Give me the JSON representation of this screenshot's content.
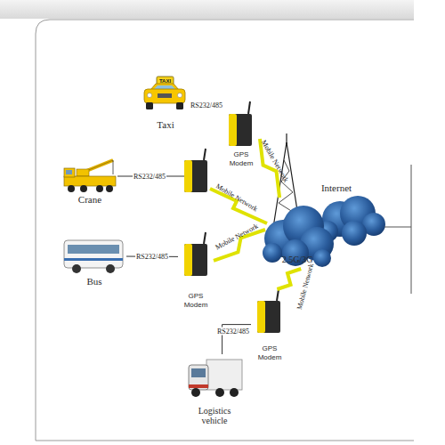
{
  "diagram": {
    "nodes": [
      {
        "text": [
          "Taxi"
        ]
      },
      {
        "text": [
          "GPS Modem"
        ]
      },
      {
        "text": [
          "Crane"
        ]
      },
      {
        "text": [
          "Internet",
          "2.5G/3G"
        ]
      },
      {
        "text": [
          "Bus"
        ]
      },
      {
        "text": [
          "GPS Modem"
        ]
      },
      {
        "text": [
          "GPS Modem"
        ]
      },
      {
        "text": [
          "Logistics vehicle"
        ]
      }
    ],
    "edges": [
      {
        "from": 0,
        "to": 1,
        "arrow": "none",
        "label": "RS232/485"
      },
      {
        "from": 1,
        "to": 3,
        "arrow": "none",
        "label": "Mobile Network"
      },
      {
        "from": 4,
        "to": 5,
        "arrow": "none",
        "label": "RS232/485"
      },
      {
        "from": 5,
        "to": 3,
        "arrow": "none",
        "label": "Mobile Network"
      },
      {
        "from": 7,
        "to": 6,
        "arrow": "none",
        "label": "RS232/485"
      },
      {
        "from": 6,
        "to": 3,
        "arrow": "none",
        "label": "Mobile Network"
      }
    ],
    "labels": [
      "TAXI",
      "RS232/485",
      "Mobile Network"
    ]
  }
}
